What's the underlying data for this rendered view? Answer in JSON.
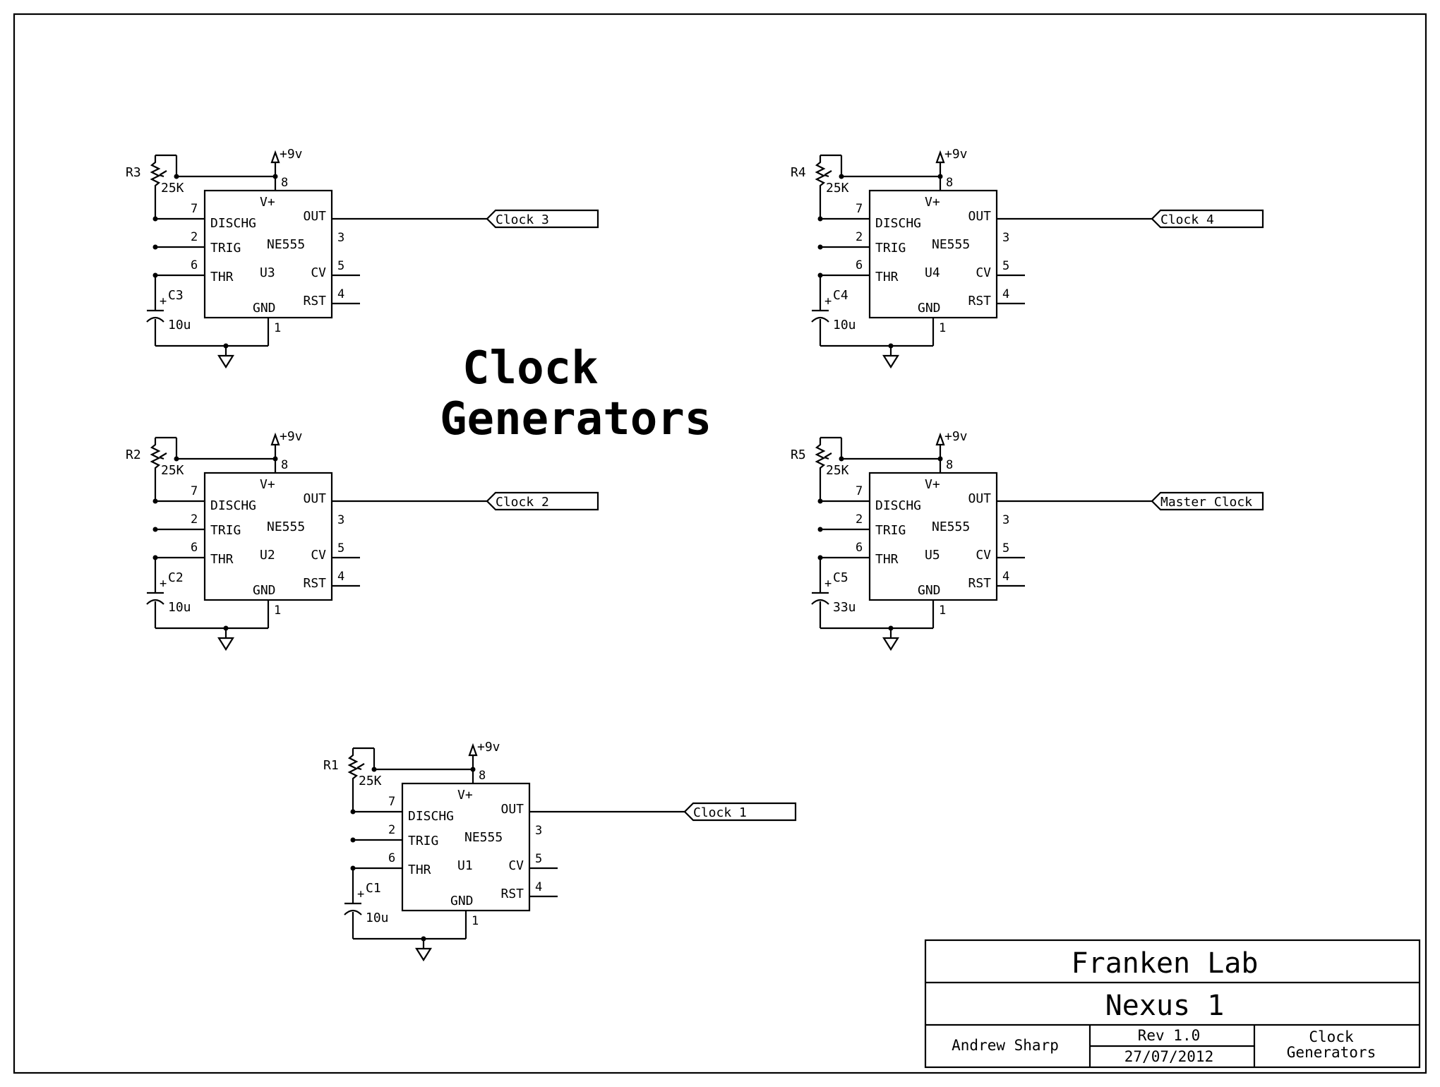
{
  "diagram": {
    "title_lines": [
      "Clock",
      "Generators"
    ],
    "supply_label": "+9v",
    "chip": {
      "part": "NE555",
      "pins": {
        "vplus": "V+",
        "dischg": "DISCHG",
        "trig": "TRIG",
        "thr": "THR",
        "out": "OUT",
        "cv": "CV",
        "rst": "RST",
        "gnd": "GND"
      },
      "pin_numbers": {
        "vplus": "8",
        "dischg": "7",
        "trig": "2",
        "thr": "6",
        "out": "3",
        "cv": "5",
        "rst": "4",
        "gnd": "1"
      }
    },
    "circuits": [
      {
        "chip_ref": "U3",
        "res_ref": "R3",
        "res_val": "25K",
        "cap_ref": "C3",
        "cap_val": "10u",
        "net": "Clock 3"
      },
      {
        "chip_ref": "U4",
        "res_ref": "R4",
        "res_val": "25K",
        "cap_ref": "C4",
        "cap_val": "10u",
        "net": "Clock 4"
      },
      {
        "chip_ref": "U2",
        "res_ref": "R2",
        "res_val": "25K",
        "cap_ref": "C2",
        "cap_val": "10u",
        "net": "Clock 2"
      },
      {
        "chip_ref": "U5",
        "res_ref": "R5",
        "res_val": "25K",
        "cap_ref": "C5",
        "cap_val": "33u",
        "net": "Master Clock"
      },
      {
        "chip_ref": "U1",
        "res_ref": "R1",
        "res_val": "25K",
        "cap_ref": "C1",
        "cap_val": "10u",
        "net": "Clock 1"
      }
    ]
  },
  "title_block": {
    "company": "Franken Lab",
    "project": "Nexus 1",
    "author": "Andrew Sharp",
    "revision": "Rev 1.0",
    "date": "27/07/2012",
    "sheet_title_lines": [
      "Clock",
      "Generators"
    ]
  }
}
